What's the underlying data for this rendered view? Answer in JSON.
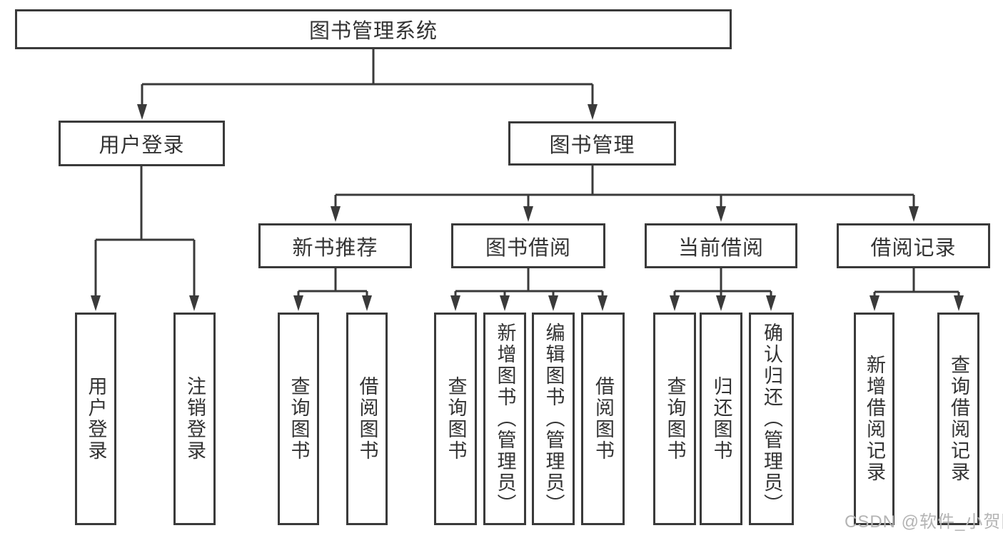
{
  "diagram": {
    "root": "图书管理系统",
    "user_login": {
      "label": "用户登录",
      "children": [
        "用户登录",
        "注销登录"
      ]
    },
    "book_mgmt": {
      "label": "图书管理",
      "groups": [
        {
          "label": "新书推荐",
          "children": [
            "查询图书",
            "借阅图书"
          ]
        },
        {
          "label": "图书借阅",
          "children": [
            "查询图书",
            "新增图书（管理员）",
            "编辑图书（管理员）",
            "借阅图书"
          ]
        },
        {
          "label": "当前借阅",
          "children": [
            "查询图书",
            "归还图书",
            "确认归还（管理员）"
          ]
        },
        {
          "label": "借阅记录",
          "children": [
            "新增借阅记录",
            "查询借阅记录"
          ]
        }
      ]
    }
  },
  "watermark": "CSDN @软件_小贺同学",
  "colors": {
    "line": "#3a3a3a",
    "text": "#333333",
    "watermark": "#b4b4b4",
    "background": "#ffffff"
  }
}
